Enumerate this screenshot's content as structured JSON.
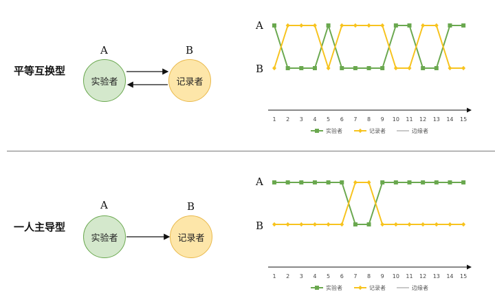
{
  "sections": [
    {
      "title": "平等互换型",
      "left_role_label": "A",
      "right_role_label": "B",
      "left_circle": "实验者",
      "right_circle": "记录者"
    },
    {
      "title": "一人主导型",
      "left_role_label": "A",
      "right_role_label": "B",
      "left_circle": "实验者",
      "right_circle": "记录者"
    }
  ],
  "colors": {
    "green": "#6aa84f",
    "yellow": "#f7c31e",
    "gray": "#c8c8c8"
  },
  "chart_data": [
    {
      "type": "line",
      "y_levels": [
        "A",
        "B"
      ],
      "x": [
        1,
        2,
        3,
        4,
        5,
        6,
        7,
        8,
        9,
        10,
        11,
        12,
        13,
        14,
        15
      ],
      "series": [
        {
          "name": "实验者",
          "color": "#6aa84f",
          "marker": "square",
          "values": [
            "A",
            "B",
            "B",
            "B",
            "A",
            "B",
            "B",
            "B",
            "B",
            "A",
            "A",
            "B",
            "B",
            "A",
            "A"
          ]
        },
        {
          "name": "记录者",
          "color": "#f7c31e",
          "marker": "diamond",
          "values": [
            "B",
            "A",
            "A",
            "A",
            "B",
            "A",
            "A",
            "A",
            "A",
            "B",
            "B",
            "A",
            "A",
            "B",
            "B"
          ]
        },
        {
          "name": "边缘者",
          "color": "#c8c8c8",
          "marker": "none",
          "values": []
        }
      ]
    },
    {
      "type": "line",
      "y_levels": [
        "A",
        "B"
      ],
      "x": [
        1,
        2,
        3,
        4,
        5,
        6,
        7,
        8,
        9,
        10,
        11,
        12,
        13,
        14,
        15
      ],
      "series": [
        {
          "name": "实验者",
          "color": "#6aa84f",
          "marker": "square",
          "values": [
            "A",
            "A",
            "A",
            "A",
            "A",
            "A",
            "B",
            "B",
            "A",
            "A",
            "A",
            "A",
            "A",
            "A",
            "A"
          ]
        },
        {
          "name": "记录者",
          "color": "#f7c31e",
          "marker": "diamond",
          "values": [
            "B",
            "B",
            "B",
            "B",
            "B",
            "B",
            "A",
            "A",
            "B",
            "B",
            "B",
            "B",
            "B",
            "B",
            "B"
          ]
        },
        {
          "name": "边缘者",
          "color": "#c8c8c8",
          "marker": "none",
          "values": []
        }
      ]
    }
  ]
}
